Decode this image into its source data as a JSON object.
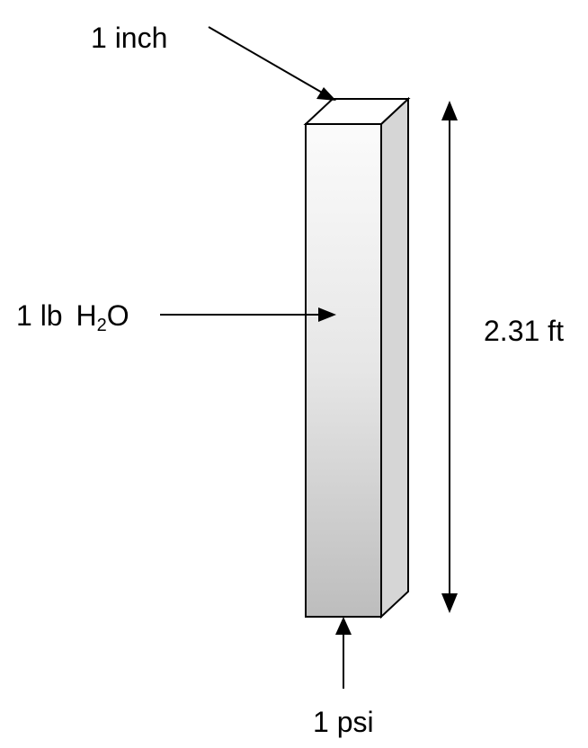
{
  "labels": {
    "width": "1 inch",
    "weight_prefix": "1 lb ",
    "weight_formula_h": "H",
    "weight_formula_sub": "2",
    "weight_formula_o": "O",
    "height": "2.31 ft",
    "pressure": "1 psi"
  },
  "colors": {
    "stroke": "#000000",
    "front_top": "#fbfbfb",
    "front_bottom": "#bdbdbd",
    "side": "#d6d6d6",
    "top": "#ffffff"
  }
}
